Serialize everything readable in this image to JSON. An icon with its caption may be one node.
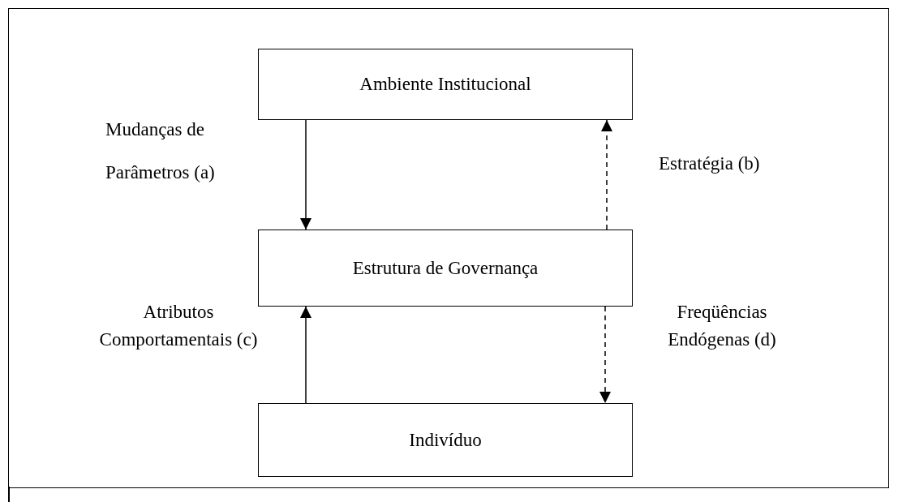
{
  "diagram": {
    "nodes": [
      {
        "text": [
          "Ambiente Institucional"
        ]
      },
      {
        "text": [
          "Estrutura de Governança"
        ]
      },
      {
        "text": [
          "Indivíduo"
        ]
      }
    ],
    "edges": [
      {
        "from": 0,
        "to": 1,
        "arrow": "to",
        "label": "Mudanças de Parâmetros (a)"
      },
      {
        "from": 1,
        "to": 0,
        "arrow": "to",
        "label": "Estratégia (b)",
        "style": "dashed"
      },
      {
        "from": 2,
        "to": 1,
        "arrow": "to",
        "label": "Atributos Comportamentais (c)"
      },
      {
        "from": 1,
        "to": 2,
        "arrow": "to",
        "label": "Freqüências Endógenas (d)",
        "style": "dashed"
      }
    ]
  }
}
